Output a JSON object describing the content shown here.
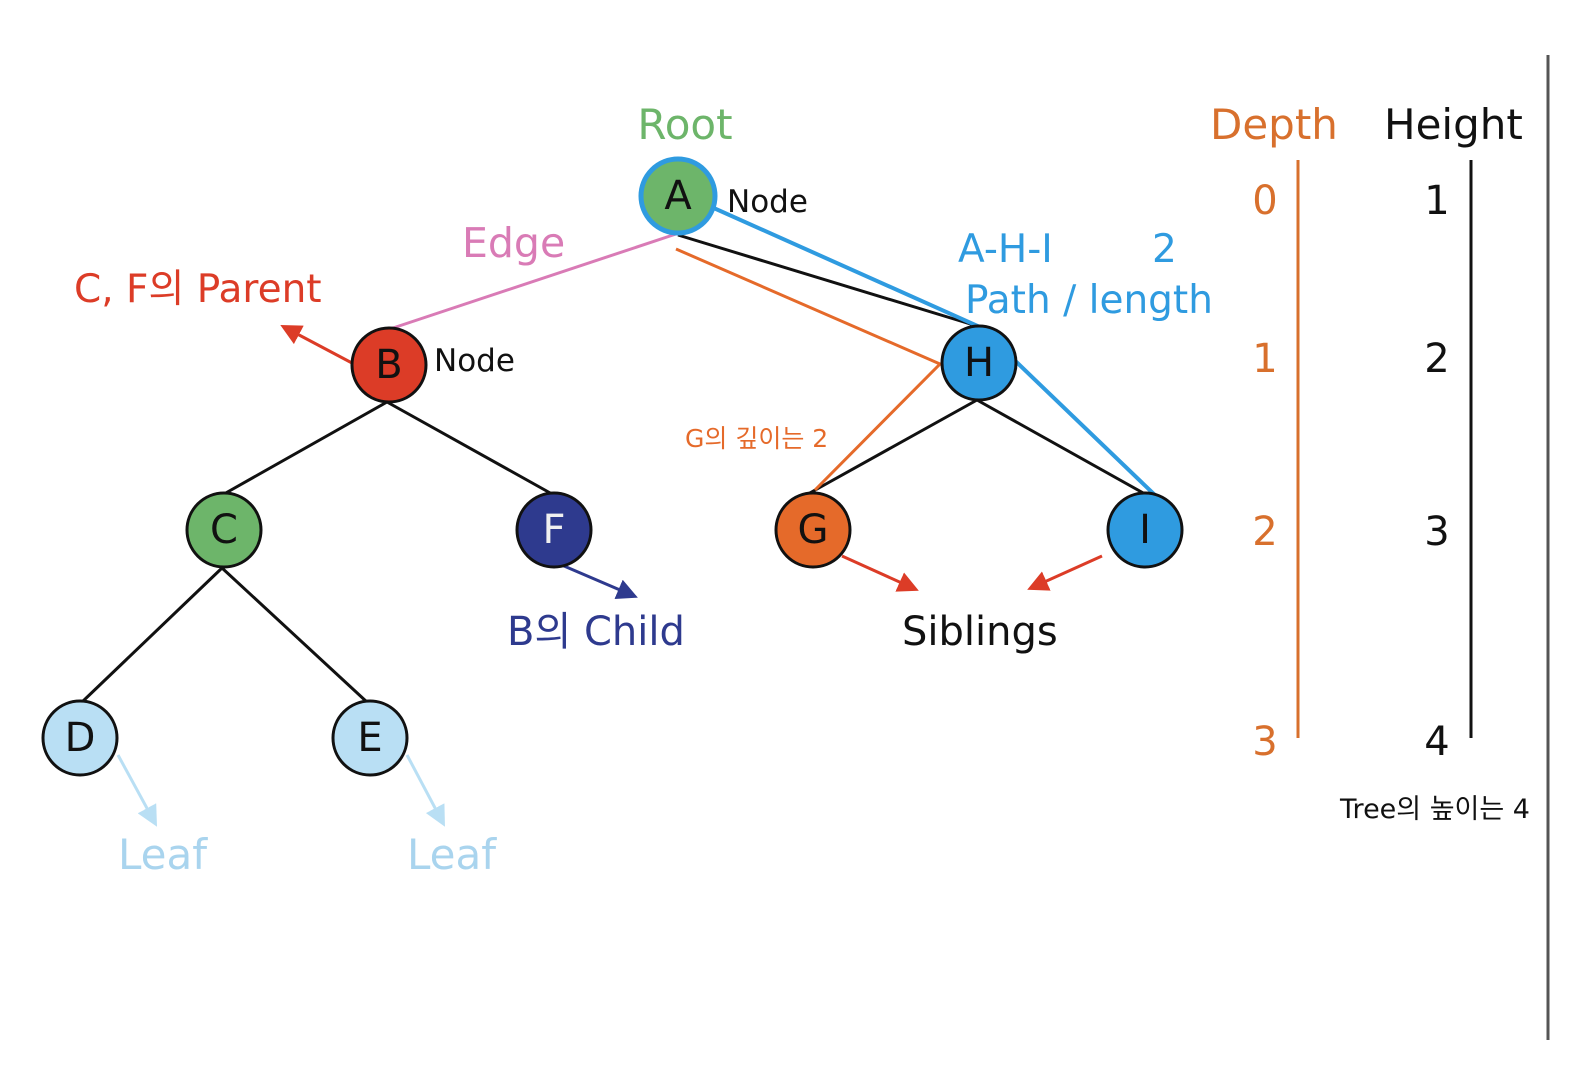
{
  "colors": {
    "green": "#6db56a",
    "red": "#dc3c27",
    "navy": "#2e3a8e",
    "orange": "#e56a2a",
    "blue": "#2f9be0",
    "lightblue": "#b9dff4",
    "pink": "#d97bb6",
    "black": "#111111",
    "leaf_text": "#a9d4ee",
    "dark_orange": "#d8702d"
  },
  "nodes": {
    "a": "A",
    "b": "B",
    "c": "C",
    "d": "D",
    "e": "E",
    "f": "F",
    "g": "G",
    "h": "H",
    "i": "I"
  },
  "labels": {
    "root": "Root",
    "node_a": "Node",
    "node_b": "Node",
    "edge": "Edge",
    "parent": "C, F의 Parent",
    "child": "B의 Child",
    "siblings": "Siblings",
    "leaf_d": "Leaf",
    "leaf_e": "Leaf",
    "path_nodes": "A-H-I",
    "path_length_value": "2",
    "path_length": "Path / length",
    "g_depth": "G의 깊이는 2",
    "tree_height": "Tree의 높이는 4"
  },
  "scales": {
    "depth_title": "Depth",
    "depth_values": [
      "0",
      "1",
      "2",
      "3"
    ],
    "height_title": "Height",
    "height_values": [
      "1",
      "2",
      "3",
      "4"
    ]
  }
}
